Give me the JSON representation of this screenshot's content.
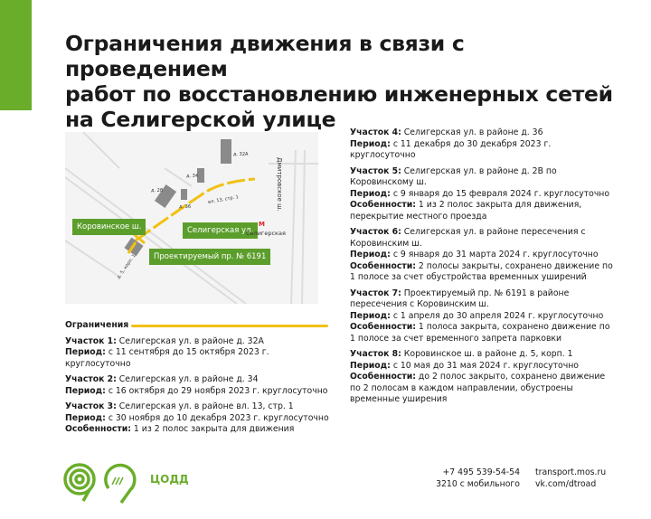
{
  "title": [
    "Ограничения движения в связи с проведением",
    "работ по восстановлению инженерных сетей",
    "на Селигерской улице"
  ],
  "map": {
    "labels": {
      "korovinskoe": "Коровинское ш.",
      "seligerskaya": "Селигерская ул.",
      "proekt": "Проектируемый пр. № 6191",
      "dmitrovskoe": "Дмитровское ш.",
      "metro": "Селигерская",
      "metro_icon": "М"
    },
    "houses": {
      "d32a": "д. 32А",
      "d34": "д. 34",
      "d28": "д. 28",
      "d36": "д. 36",
      "vl13": "вл. 13, стр. 1",
      "d5": "д. 5, корп. 1"
    }
  },
  "legend": "Ограничения",
  "sections": [
    {
      "title": "Участок 1:",
      "place": " Селигерская ул. в районе д. 32А",
      "period_label": "Период:",
      "period": " с 11 сентября до 15 октября 2023 г. круглосуточно"
    },
    {
      "title": "Участок 2:",
      "place": " Селигерская ул. в районе д. 34",
      "period_label": "Период:",
      "period": " с 16 октября до 29 ноября 2023 г. круглосуточно"
    },
    {
      "title": "Участок 3:",
      "place": " Селигерская ул. в районе вл. 13, стр. 1",
      "period_label": "Период:",
      "period": " с 30 ноября до 10 декабря 2023 г. круглосуточно",
      "feat_label": "Особенности:",
      "feat": " 1 из 2 полос закрыта для движения"
    },
    {
      "title": "Участок 4:",
      "place": " Селигерская ул. в районе д. 36",
      "period_label": "Период:",
      "period": " с 11 декабря до 30 декабря 2023 г. круглосуточно"
    },
    {
      "title": "Участок 5:",
      "place": " Селигерская ул. в районе д. 2В по Коровинскому ш.",
      "period_label": "Период:",
      "period": " с 9 января до 15 февраля 2024 г. круглосуточно",
      "feat_label": "Особенности:",
      "feat": " 1 из 2 полос закрыта для движения, перекрытие местного проезда"
    },
    {
      "title": "Участок 6:",
      "place": " Селигерская ул. в районе пересечения с Коровинским ш.",
      "period_label": "Период:",
      "period": " с 9 января до 31 марта 2024 г. круглосуточно",
      "feat_label": "Особенности:",
      "feat": " 2 полосы закрыты, сохранено движение по 1 полосе за счет обустройства временных уширений"
    },
    {
      "title": "Участок 7:",
      "place": " Проектируемый пр. № 6191 в районе пересечения с Коровинским ш.",
      "period_label": "Период:",
      "period": " с 1 апреля до 30 апреля 2024 г. круглосуточно",
      "feat_label": "Особенности:",
      "feat": " 1 полоса закрыта, сохранено движение по 1 полосе за счет временного запрета парковки"
    },
    {
      "title": "Участок 8:",
      "place": " Коровинское ш. в районе д. 5, корп. 1",
      "period_label": "Период:",
      "period": " с 10 мая до 31 мая 2024 г. круглосуточно",
      "feat_label": "Особенности:",
      "feat": " до 2 полос закрыто, сохранено движение по 2 полосам в каждом направлении, обустроены временные уширения"
    }
  ],
  "footer": {
    "logo_text": "ЦОДД",
    "phone": "+7 495 539-54-54",
    "mobile": "3210 с мобильного",
    "site": "transport.mos.ru",
    "vk": "vk.com/dtroad"
  },
  "colors": {
    "green": "#6aad2b",
    "yellow": "#f2c014"
  }
}
